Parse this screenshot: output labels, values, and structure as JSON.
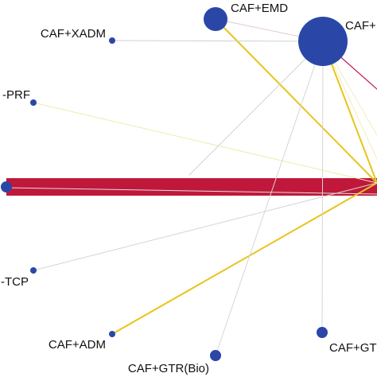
{
  "network": {
    "node_color": "#2a47a8",
    "nodes": [
      {
        "id": "emd",
        "label": "CAF+EMD"
      },
      {
        "id": "caf",
        "label": "CAF+"
      },
      {
        "id": "xadm",
        "label": "CAF+XADM"
      },
      {
        "id": "prf",
        "label": "-PRF"
      },
      {
        "id": "left",
        "label": ""
      },
      {
        "id": "tcp",
        "label": "-TCP"
      },
      {
        "id": "adm",
        "label": "CAF+ADM"
      },
      {
        "id": "gtrbio",
        "label": "CAF+GTR(Bio)"
      },
      {
        "id": "gtr",
        "label": "CAF+GT"
      }
    ],
    "edges": [
      {
        "from": "left",
        "to": "right",
        "color": "#c0183a"
      },
      {
        "from": "emd",
        "to": "right",
        "color": "#e8c41a"
      },
      {
        "from": "caf",
        "to": "right",
        "color": "#e8c41a"
      },
      {
        "from": "adm",
        "to": "right",
        "color": "#e8c41a"
      },
      {
        "from": "prf",
        "to": "right",
        "color": "#f0ebb0"
      },
      {
        "from": "caf",
        "to": "right",
        "color": "#c0185a"
      },
      {
        "from": "caf",
        "to": "right",
        "color": "#f2edc0"
      },
      {
        "from": "caf",
        "to": "right",
        "color": "#f2edc0"
      },
      {
        "from": "emd",
        "to": "caf",
        "color": "#e3c9cc"
      },
      {
        "from": "xadm",
        "to": "caf",
        "color": "#d0d0d0"
      },
      {
        "from": "caf",
        "to": "gtr",
        "color": "#d6d6d6"
      },
      {
        "from": "caf",
        "to": "gtrbio",
        "color": "#d6d6d6"
      },
      {
        "from": "caf",
        "to": "left",
        "color": "#d4d4d4"
      },
      {
        "from": "tcp",
        "to": "right",
        "color": "#d4d4d4"
      },
      {
        "from": "left",
        "to": "right",
        "color": "#dddddd"
      }
    ]
  }
}
